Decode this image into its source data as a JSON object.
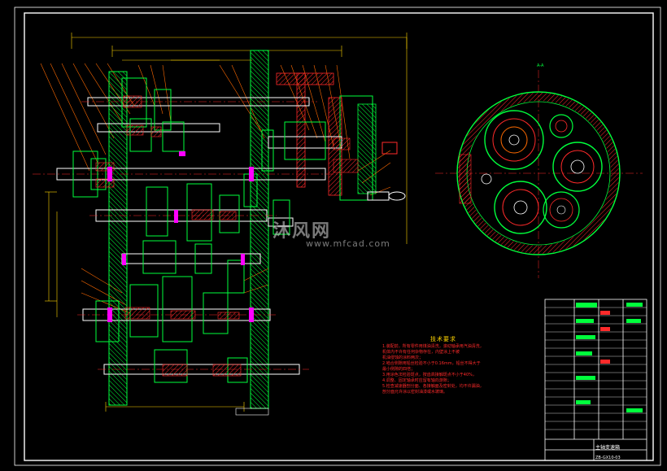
{
  "drawing": {
    "section_label": "A-A",
    "tech_requirements": {
      "title": "技术要求",
      "lines": [
        "1.装配前，所有零件用煤油清洗，滚动轴承用汽油清洗，",
        "  机体内不许有任何杂物存在，内壁涂上不被",
        "  机油侵蚀的涂料两次；",
        "2.啮合侧隙用铅丝检验不小于0.16mm，铅丝不得大于",
        "  最小侧隙的四倍；",
        "3.用涂色法检验斑点，按齿高接触斑点不小于40%，",
        "4.调整、固定轴承时应留有轴向游隙；",
        "5.检查减速器剖分面、各接触面及密封处，均不许漏油，",
        "  剖分面允许涂以密封油漆或水玻璃。"
      ]
    },
    "title_block": {
      "name": "主轴变速箱",
      "code": "ZB-GX10-03"
    }
  },
  "watermark": {
    "text": "沐风网",
    "url": "www.mfcad.com"
  },
  "colors": {
    "background": "#000000",
    "frame": "#ffffff",
    "gear": "#00ff3c",
    "hatch": "#ff2a2a",
    "shaft": "#ffffff",
    "dimension": "#ffd400",
    "accent": "#ff00ff"
  }
}
